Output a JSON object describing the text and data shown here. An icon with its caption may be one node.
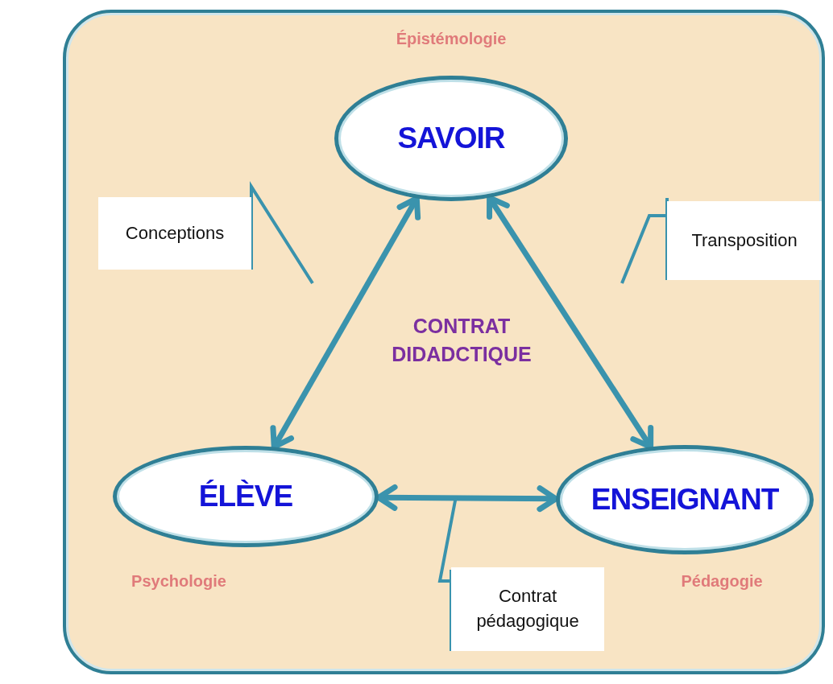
{
  "diagram": {
    "nodes": [
      {
        "text": [
          "SAVOIR"
        ]
      },
      {
        "text": [
          "ÉLÈVE"
        ]
      },
      {
        "text": [
          "ENSEIGNANT"
        ]
      },
      {
        "text": [
          "Conceptions"
        ]
      },
      {
        "text": [
          "Transposition"
        ]
      },
      {
        "text": [
          "Contrat pédagogique"
        ]
      }
    ],
    "edges": [
      {
        "from": 0,
        "to": 1,
        "arrow": "both"
      },
      {
        "from": 0,
        "to": 2,
        "arrow": "both"
      },
      {
        "from": 1,
        "to": 2,
        "arrow": "both"
      },
      {
        "from": 3,
        "to": null,
        "arrow": "none"
      },
      {
        "from": 4,
        "to": null,
        "arrow": "none"
      },
      {
        "from": 5,
        "to": null,
        "arrow": "none"
      }
    ],
    "labels": [
      "Épistémologie",
      "CONTRAT DIDADCTIQUE",
      "Psychologie",
      "Pédagogie"
    ]
  }
}
